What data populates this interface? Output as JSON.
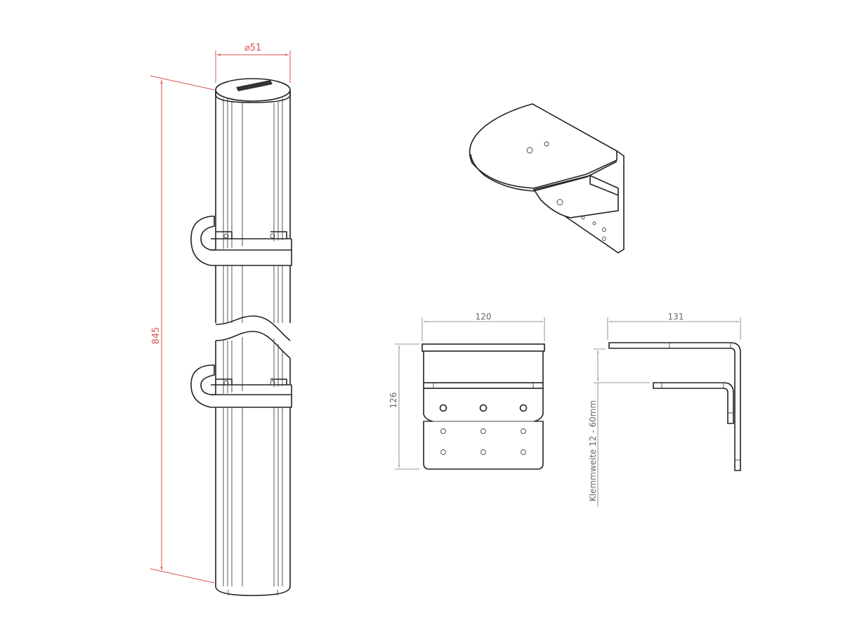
{
  "dimensions": {
    "pole_diameter": "⌀51",
    "pole_height": "845",
    "bracket_width": "120",
    "bracket_height": "126",
    "bracket_depth": "131",
    "clamp_range": "Klemmweite 12 - 60mm"
  },
  "colors": {
    "dimension_red": "#d9534f",
    "line": "#222222",
    "dimension_grey": "#777777"
  }
}
